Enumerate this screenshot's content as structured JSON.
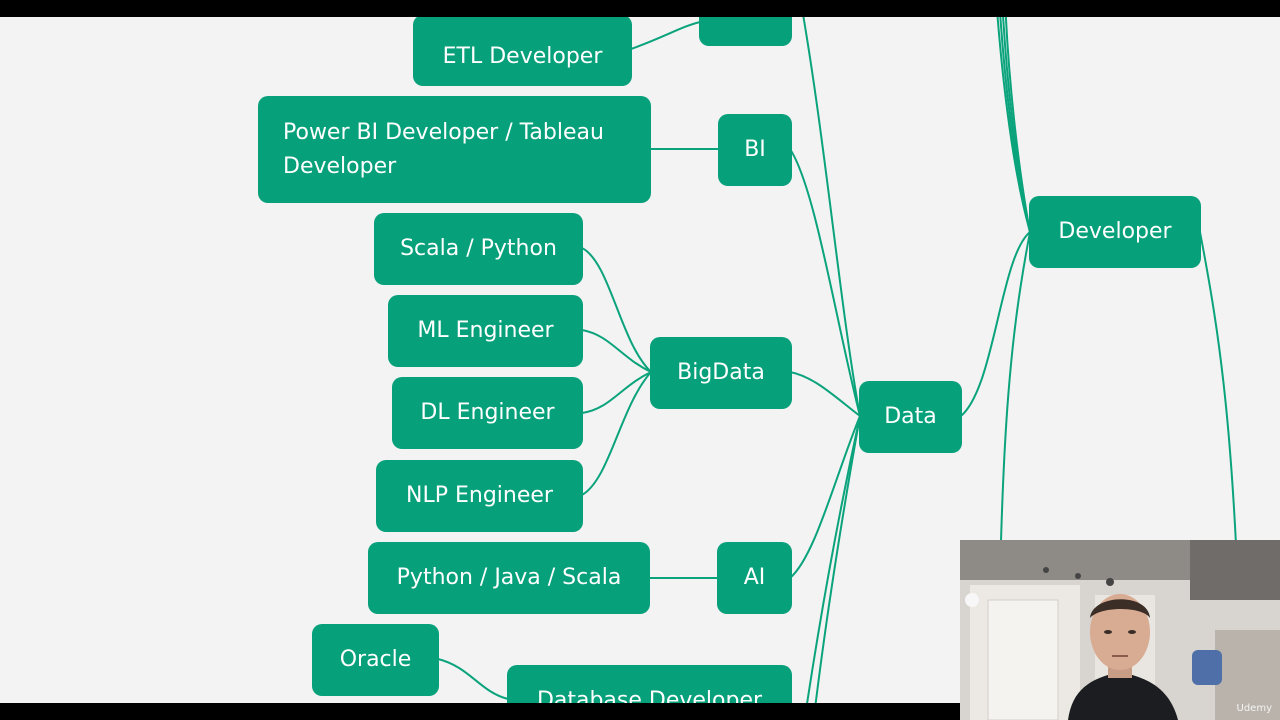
{
  "diagram": {
    "nodes": {
      "developer": "Developer",
      "data": "Data",
      "etl_developer": "ETL Developer",
      "bi": "BI",
      "power_bi": "Power BI Developer / Tableau Developer",
      "bigdata": "BigData",
      "scala_python": "Scala / Python",
      "ml_engineer": "ML Engineer",
      "dl_engineer": "DL Engineer",
      "nlp_engineer": "NLP Engineer",
      "ai": "AI",
      "python_java_scala": "Python / Java / Scala",
      "oracle": "Oracle",
      "database_developer": "Database Developer"
    },
    "edge_color": "#0aa37c",
    "node_color": "#06a07a"
  },
  "overlay": {
    "watermark": "Udemy"
  }
}
